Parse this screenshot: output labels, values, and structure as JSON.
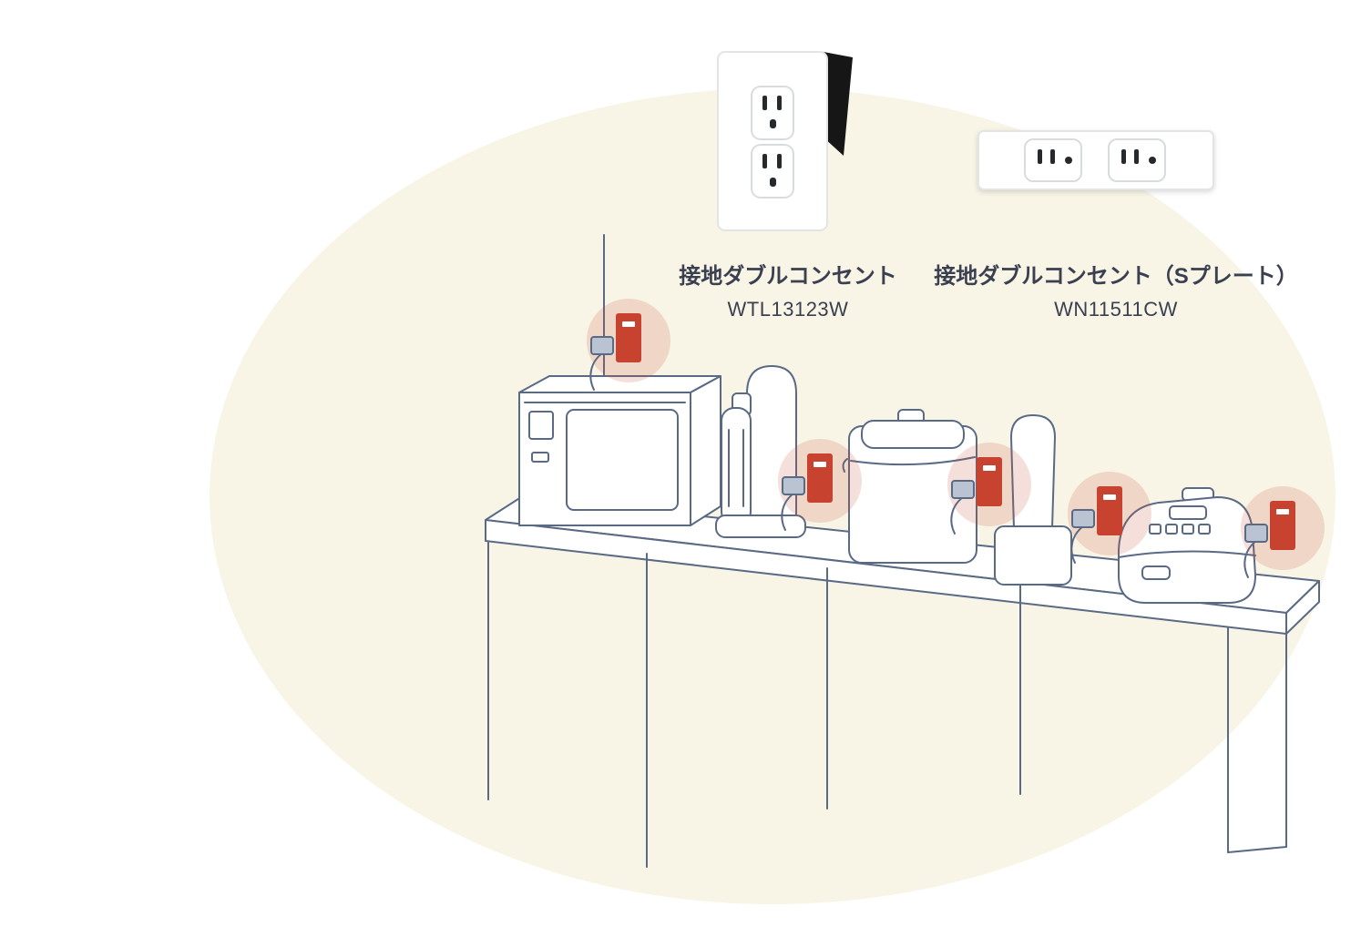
{
  "illustration": {
    "products": {
      "left": {
        "name": "接地ダブルコンセント",
        "model": "WTL13123W"
      },
      "right": {
        "name": "接地ダブルコンセント（Sプレート）",
        "model": "WN11511CW"
      }
    },
    "scene": {
      "appliances": [
        "microwave-oven",
        "sparkling-water-maker",
        "electric-pot",
        "blender-bottle",
        "rice-cooker"
      ],
      "outlet_highlight_count": 5
    },
    "colors": {
      "background": "#ffffff",
      "blob": "#f8f5e6",
      "line_art": "#5a6a85",
      "outlet_red": "#c8432f",
      "highlight_glow": "rgba(199,80,56,0.18)",
      "text": "#3a4050"
    }
  }
}
